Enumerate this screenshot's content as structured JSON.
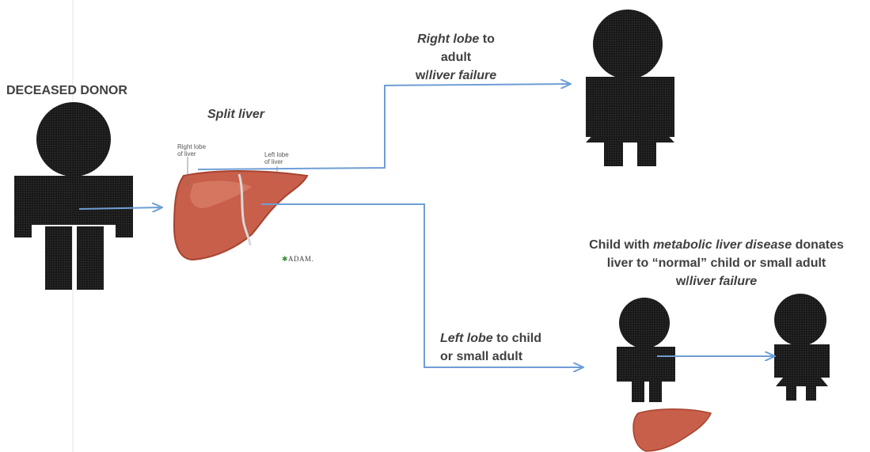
{
  "colors": {
    "figure": "#151515",
    "arrow": "#6e9ed6",
    "liver": "#c85f4a",
    "liver_dark": "#a6432f",
    "liver_highlight": "#e08a72",
    "text": "#404040"
  },
  "donor": {
    "title": "DECEASED DONOR"
  },
  "split_liver": {
    "title": "Split liver",
    "right_lobe_label": [
      "Right lobe",
      "of liver"
    ],
    "left_lobe_label": [
      "Left lobe",
      "of liver"
    ],
    "credit": "ADAM."
  },
  "right_path": {
    "line1_italic": "Right lobe",
    "line1_rest": " to",
    "line2": "adult",
    "line3_prefix": "w/",
    "line3_italic": "liver failure"
  },
  "left_path": {
    "line1_italic": "Left lobe",
    "line1_rest": " to child",
    "line2": "or small adult"
  },
  "domino": {
    "line1_prefix": "Child with ",
    "line1_italic": "metabolic liver disease",
    "line1_rest": " donates",
    "line2": "liver  to “normal” child or small adult",
    "line3_prefix": "w/",
    "line3_italic": "liver failure"
  }
}
